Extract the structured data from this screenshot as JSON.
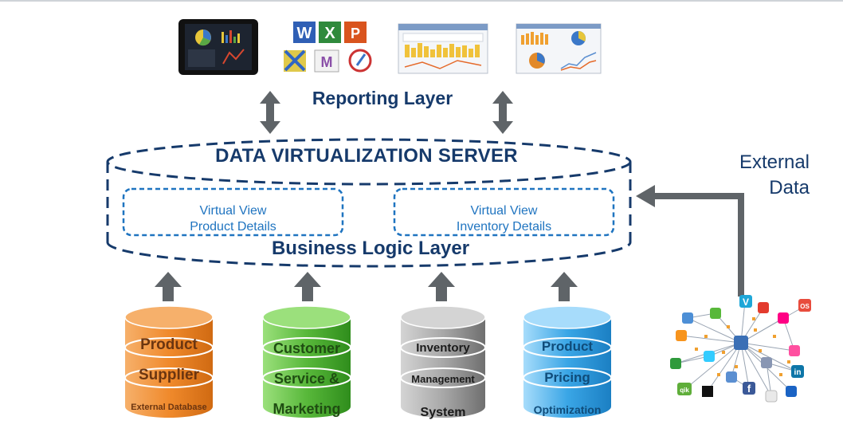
{
  "reporting_layer": "Reporting Layer",
  "server_title": "DATA VIRTUALIZATION SERVER",
  "business_logic_layer": "Business Logic Layer",
  "virtual_views": [
    {
      "line1": "Virtual View",
      "line2": "Product Details"
    },
    {
      "line1": "Virtual View",
      "line2": "Inventory Details"
    }
  ],
  "external_data": {
    "line1": "External",
    "line2": "Data"
  },
  "report_icons": {
    "word": "W",
    "excel": "X",
    "powerpoint": "P"
  },
  "social_icons": {
    "vimeo": "V",
    "linkedin": "in",
    "qik": "qik",
    "os": "OS",
    "facebook": "f"
  },
  "databases": [
    {
      "lines": [
        "Product",
        "Supplier",
        "External Database"
      ],
      "color": "orange"
    },
    {
      "lines": [
        "Customer",
        "Service &",
        "Marketing"
      ],
      "color": "green"
    },
    {
      "lines": [
        "Inventory",
        "Management",
        "System"
      ],
      "color": "gray"
    },
    {
      "lines": [
        "Product",
        "Pricing",
        "Optimization"
      ],
      "color": "blue"
    }
  ],
  "colors": {
    "navy": "#163a6b",
    "dash_blue": "#1f74c0",
    "arrow_gray": "#5f6468",
    "orange": "#f08a2c",
    "green": "#58b83a",
    "gray": "#9a9a9a",
    "blue": "#3aa6e6"
  }
}
